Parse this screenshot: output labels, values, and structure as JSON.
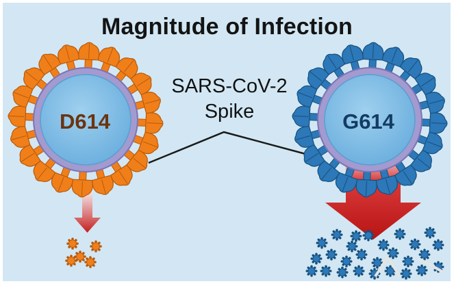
{
  "title": "Magnitude of Infection",
  "label": {
    "line1": "SARS-CoV-2",
    "line2": "Spike"
  },
  "variants": [
    {
      "name": "D614",
      "spike_color": "#f07f1a",
      "spike_dark": "#b85a0c",
      "text_color": "#6a3410"
    },
    {
      "name": "G614",
      "spike_color": "#2c78b8",
      "spike_dark": "#17507e",
      "text_color": "#143c63"
    }
  ],
  "colors": {
    "background": "#d2e7f3",
    "core": "#7cbbe2",
    "membrane": "#a39ad0",
    "arrow": "#c41d1d"
  }
}
